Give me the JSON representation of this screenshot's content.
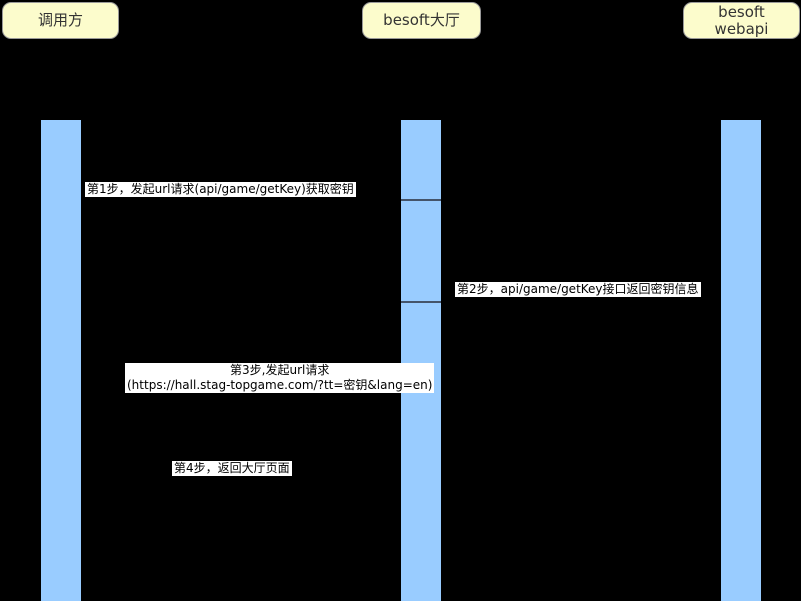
{
  "diagram": {
    "type": "sequence",
    "colors": {
      "background": "#000000",
      "actor_fill": "#FCFCCC",
      "actor_border": "#999999",
      "actor_text": "#333333",
      "activation_fill": "#99CCFF",
      "activation_divider": "#44546A",
      "message_bg": "#FFFFFF",
      "message_text": "#000000"
    },
    "actors": [
      {
        "id": "caller",
        "lines": [
          "调用方"
        ]
      },
      {
        "id": "besoft-hall",
        "lines": [
          "besoft大厅"
        ]
      },
      {
        "id": "besoft-webapi",
        "lines": [
          "besoft",
          "webapi"
        ]
      }
    ],
    "messages": [
      {
        "lines": [
          "第1步，发起url请求(api/game/getKey)获取密钥"
        ]
      },
      {
        "lines": [
          "第2步，api/game/getKey接口返回密钥信息"
        ]
      },
      {
        "lines": [
          "第3步,发起url请求",
          "(https://hall.stag-topgame.com/?tt=密钥&lang=en)"
        ]
      },
      {
        "lines": [
          "第4步，返回大厅页面"
        ]
      }
    ]
  }
}
